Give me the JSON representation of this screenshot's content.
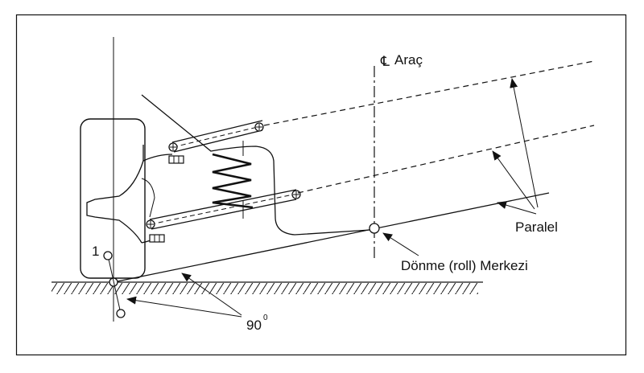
{
  "labels": {
    "centerline": "Araç",
    "centerline_symbol": "℄",
    "parallel": "Paralel",
    "roll_center": "Dönme (roll) Merkezi",
    "angle": "90",
    "angle_superscript": "0",
    "point_number": "1"
  }
}
